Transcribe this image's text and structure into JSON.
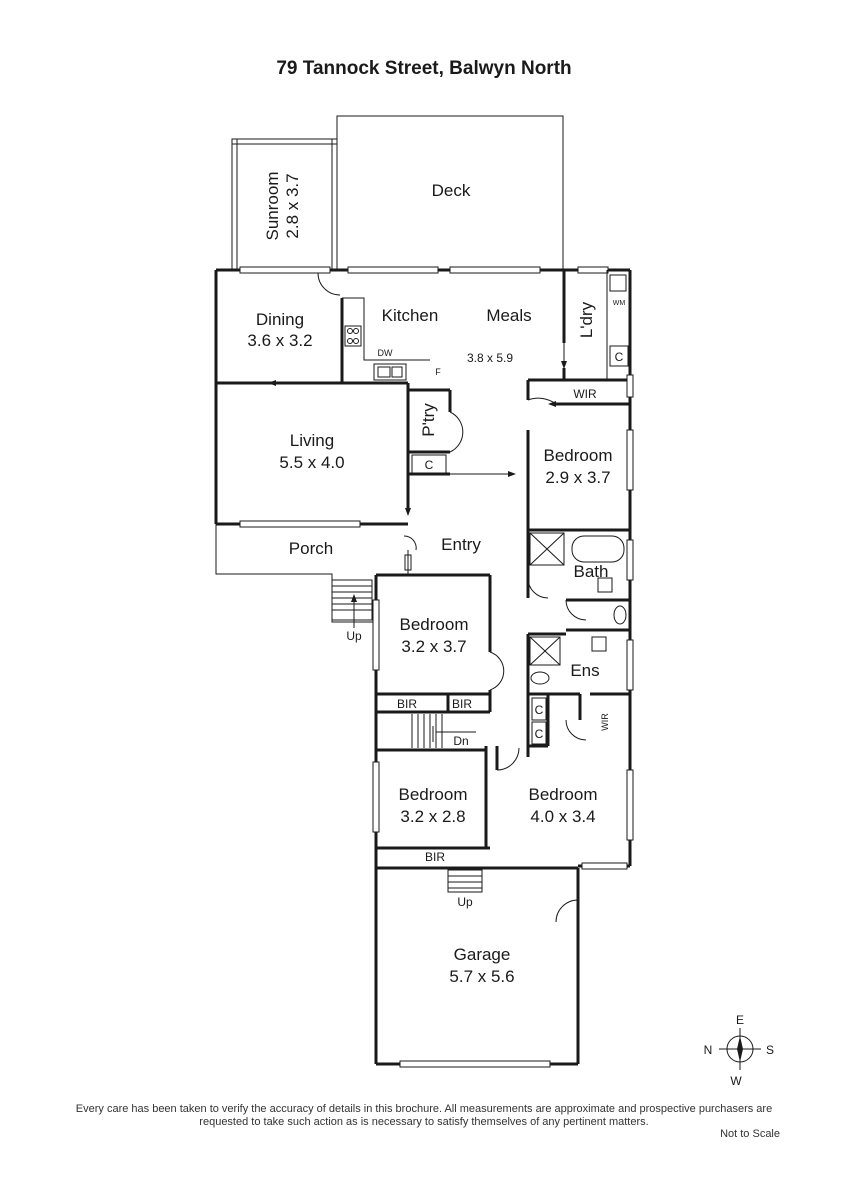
{
  "title": "79 Tannock Street, Balwyn North",
  "rooms": {
    "deck": {
      "name": "Deck"
    },
    "sunroom": {
      "name": "Sunroom",
      "size": "2.8 x 3.7"
    },
    "dining": {
      "name": "Dining",
      "size": "3.6 x 3.2"
    },
    "kitchen": {
      "name": "Kitchen"
    },
    "meals": {
      "name": "Meals",
      "size": "3.8 x 5.9"
    },
    "laundry": {
      "name": "L'dry"
    },
    "living": {
      "name": "Living",
      "size": "5.5 x 4.0"
    },
    "pantry": {
      "name": "P'try"
    },
    "bedroom1": {
      "name": "Bedroom",
      "size": "2.9 x 3.7"
    },
    "porch": {
      "name": "Porch"
    },
    "entry": {
      "name": "Entry"
    },
    "bath": {
      "name": "Bath"
    },
    "bedroom2": {
      "name": "Bedroom",
      "size": "3.2 x 3.7"
    },
    "ensuite": {
      "name": "Ens"
    },
    "bedroom3": {
      "name": "Bedroom",
      "size": "3.2 x 2.8"
    },
    "bedroom4": {
      "name": "Bedroom",
      "size": "4.0 x 3.4"
    },
    "garage": {
      "name": "Garage",
      "size": "5.7 x 5.6"
    }
  },
  "fixtures": {
    "dw": "DW",
    "fridge": "F",
    "wm": "WM",
    "cupboard": "C",
    "wir": "WIR",
    "bir": "BIR",
    "up": "Up",
    "dn": "Dn"
  },
  "compass": {
    "n": "N",
    "e": "E",
    "s": "S",
    "w": "W"
  },
  "disclaimer": "Every care has been taken to verify the accuracy of details in this brochure. All measurements are approximate and prospective purchasers are requested to take such action as is necessary to satisfy themselves of any pertinent matters.",
  "not_to_scale": "Not to Scale"
}
